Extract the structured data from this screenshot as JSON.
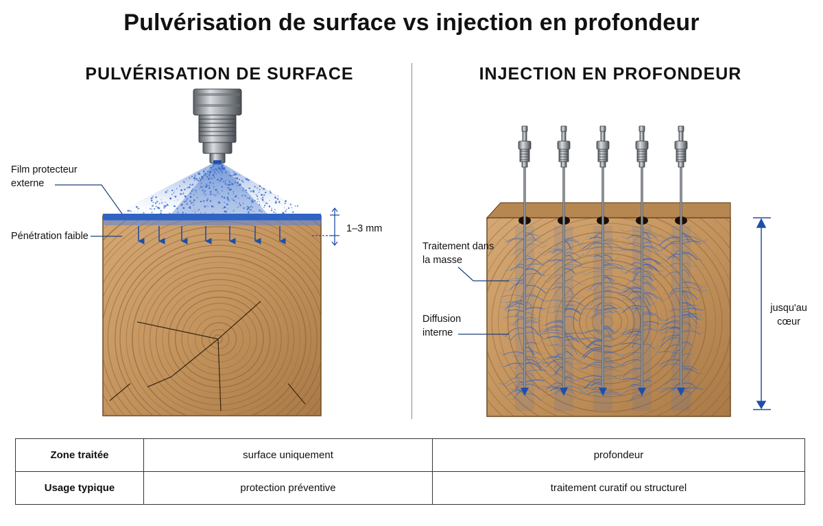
{
  "title": "Pulvérisation de surface vs injection en profondeur",
  "left_panel": {
    "heading": "PULVÉRISATION DE SURFACE",
    "labels": {
      "film": "Film protecteur externe",
      "penetration": "Pénétration faible",
      "depth": "1–3 mm"
    }
  },
  "right_panel": {
    "heading": "INJECTION EN PROFONDEUR",
    "labels": {
      "mass": "Traitement dans la masse",
      "diffusion": "Diffusion interne",
      "core": "jusqu'au cœur"
    },
    "injector_count": 5
  },
  "colors": {
    "wood": "#c89a66",
    "wood_dark": "#8a5f34",
    "treatment_blue": "#2f63c4",
    "arrow_blue": "#1e4fa8",
    "steel": "#9aa0a6"
  },
  "table": {
    "rows": [
      {
        "header": "Zone traitée",
        "surface": "surface uniquement",
        "injection": "profondeur"
      },
      {
        "header": "Usage typique",
        "surface": "protection préventive",
        "injection": "traitement curatif ou structurel"
      }
    ]
  }
}
